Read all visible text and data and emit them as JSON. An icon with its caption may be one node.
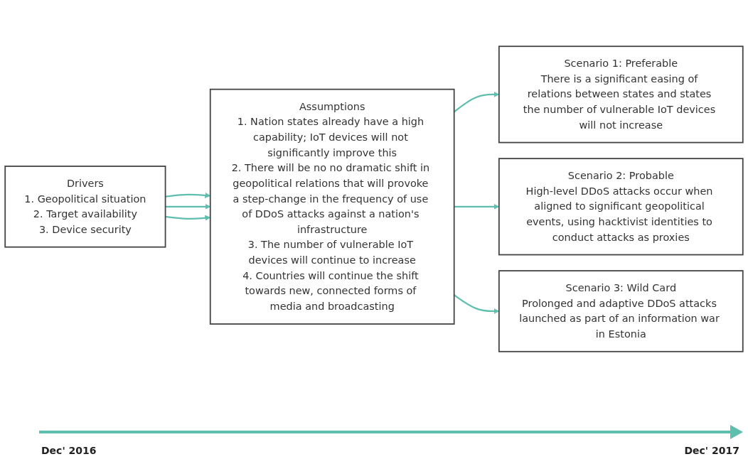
{
  "diagram": {
    "nodes": [
      {
        "text": [
          "Drivers",
          "1. Geopolitical situation",
          "2. Target availability",
          "3. Device security"
        ]
      },
      {
        "text": [
          "Assumptions",
          "1. Nation states already have a high capability; IoT devices will not significantly improve this",
          "2. There will be no no dramatic shift in geopolitical relations that will provoke a step-change in the frequency of use of DDoS attacks against a nation's infrastructure",
          "3. The number of vulnerable IoT devices will continue to increase",
          "4. Countries will continue the shift towards new, connected forms of media and broadcasting"
        ]
      },
      {
        "text": [
          "Scenario 1: Preferable",
          "There is a significant easing of relations between states and states the number of vulnerable IoT devices will not increase"
        ]
      },
      {
        "text": [
          "Scenario 2: Probable",
          "High-level DDoS attacks occur when aligned to significant geopolitical events, using hacktivist identities to conduct attacks as proxies"
        ]
      },
      {
        "text": [
          "Scenario 3: Wild Card",
          "Prolonged and adaptive DDoS attacks launched as part of an information war in Estonia"
        ]
      }
    ],
    "edges": [
      {
        "from": 0,
        "to": 1,
        "arrow": "to"
      },
      {
        "from": 0,
        "to": 1,
        "arrow": "to"
      },
      {
        "from": 0,
        "to": 1,
        "arrow": "to"
      },
      {
        "from": 1,
        "to": 2,
        "arrow": "to"
      },
      {
        "from": 1,
        "to": 3,
        "arrow": "to"
      },
      {
        "from": 1,
        "to": 4,
        "arrow": "to"
      }
    ],
    "labels": [
      "Dec' 2016",
      "Dec' 2017"
    ]
  }
}
